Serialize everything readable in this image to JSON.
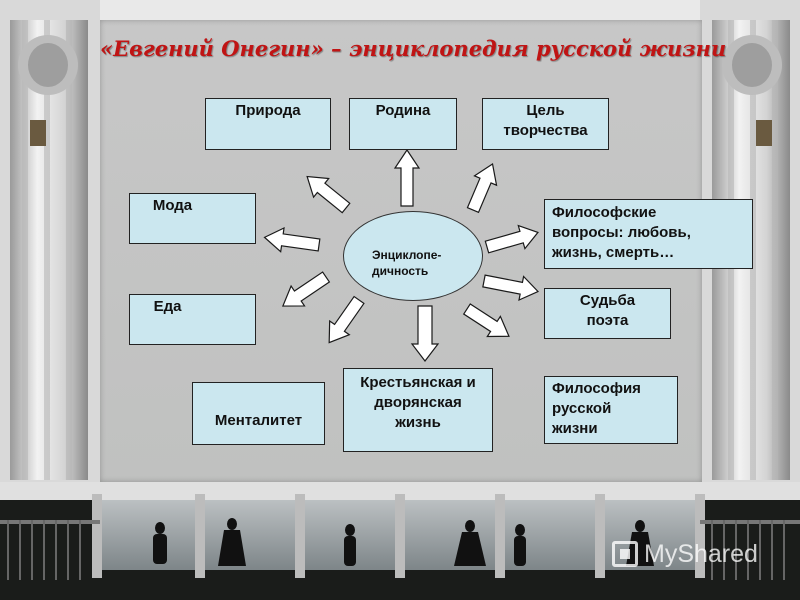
{
  "title": "«Евгений Онегин» – энциклопедия русской жизни",
  "center": {
    "line1": "Энциклопе-",
    "line2": "дичность"
  },
  "nodes": {
    "priroda": "Природа",
    "rodina": "Родина",
    "tsel_1": "Цель",
    "tsel_2": "творчества",
    "moda": "Мода",
    "filos_vopr_1": "Философские",
    "filos_vopr_2": "вопросы: любовь,",
    "filos_vopr_3": "жизнь, смерть…",
    "eda": "Еда",
    "sudba_1": "Судьба",
    "sudba_2": "поэта",
    "mentalitet": "Менталитет",
    "krest_1": "Крестьянская и",
    "krest_2": "дворянская",
    "krest_3": "жизнь",
    "filos_rus_1": "Философия",
    "filos_rus_2": "русской",
    "filos_rus_3": "жизни"
  },
  "watermark": "MyShared",
  "colors": {
    "title": "#c01414",
    "node_fill": "#cbe7ef",
    "board": "#c4c4c4"
  }
}
